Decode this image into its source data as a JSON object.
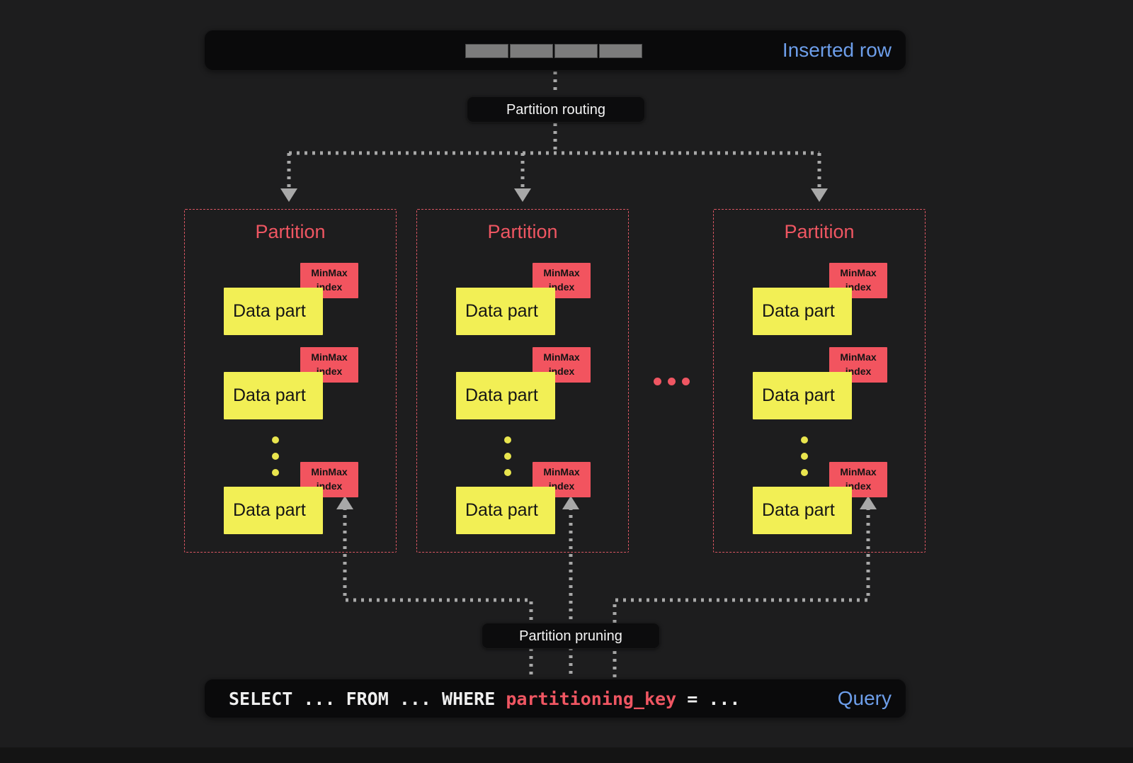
{
  "diagram": {
    "inserted_row": {
      "label": "Inserted row",
      "segment_count": 4
    },
    "routing_label": "Partition routing",
    "pruning_label": "Partition pruning",
    "partitions": [
      {
        "title": "Partition",
        "parts": [
          {
            "label": "Data part",
            "index": "MinMax index"
          },
          {
            "label": "Data part",
            "index": "MinMax index"
          },
          {
            "label": "Data part",
            "index": "MinMax index"
          }
        ]
      },
      {
        "title": "Partition",
        "parts": [
          {
            "label": "Data part",
            "index": "MinMax index"
          },
          {
            "label": "Data part",
            "index": "MinMax index"
          },
          {
            "label": "Data part",
            "index": "MinMax index"
          }
        ]
      },
      {
        "title": "Partition",
        "parts": [
          {
            "label": "Data part",
            "index": "MinMax index"
          },
          {
            "label": "Data part",
            "index": "MinMax index"
          },
          {
            "label": "Data part",
            "index": "MinMax index"
          }
        ]
      }
    ],
    "query": {
      "text_before": "SELECT ... FROM ... WHERE ",
      "highlight": "partitioning_key",
      "text_after": " = ...",
      "label": "Query"
    },
    "colors": {
      "background": "#1d1d1e",
      "bar_background": "#0a0a0b",
      "accent_blue": "#6d9eea",
      "partition_red": "#ef5662",
      "data_part_yellow": "#f2ef55",
      "minmax_tag_red": "#f2545f",
      "connector_gray": "#a8a8a8"
    }
  }
}
